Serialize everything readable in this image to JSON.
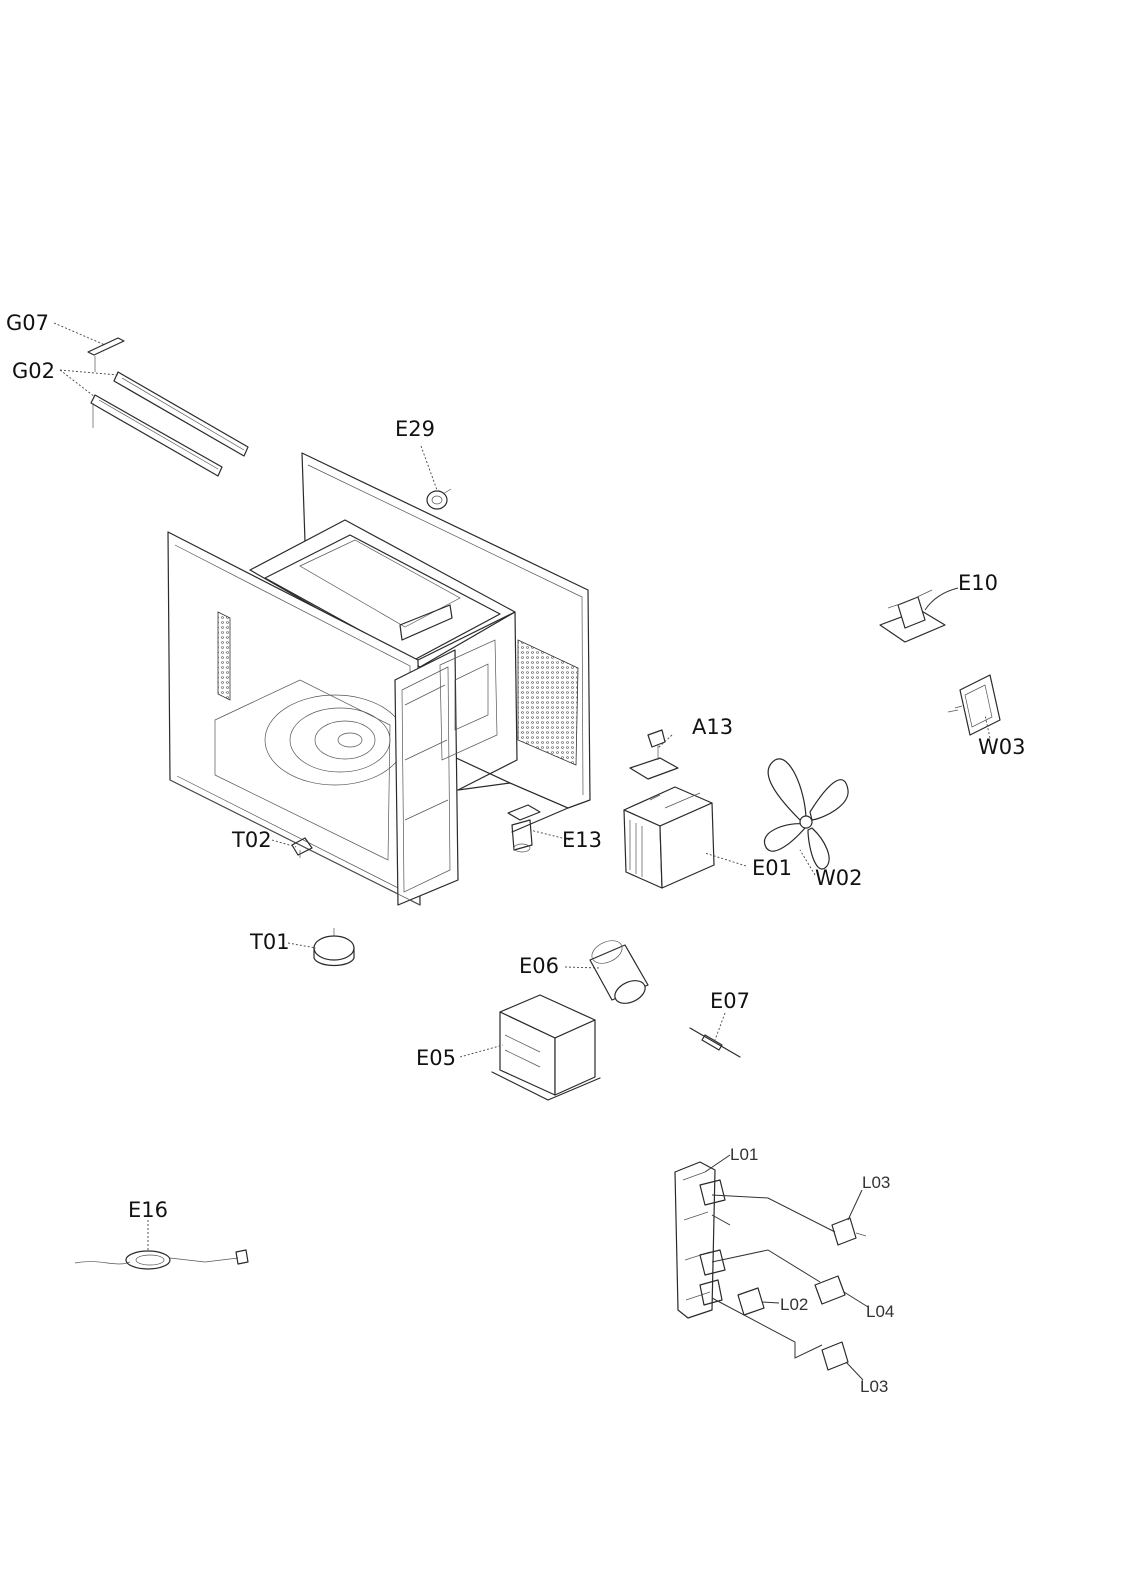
{
  "labels": {
    "G07": "G07",
    "G02": "G02",
    "E29": "E29",
    "E10": "E10",
    "W03": "W03",
    "A13": "A13",
    "W02": "W02",
    "E13": "E13",
    "E01": "E01",
    "T02": "T02",
    "T01": "T01",
    "E06": "E06",
    "E07": "E07",
    "E05": "E05",
    "E16": "E16",
    "L01": "L01",
    "L03_top": "L03",
    "L04": "L04",
    "L02": "L02",
    "L03_bottom": "L03"
  }
}
